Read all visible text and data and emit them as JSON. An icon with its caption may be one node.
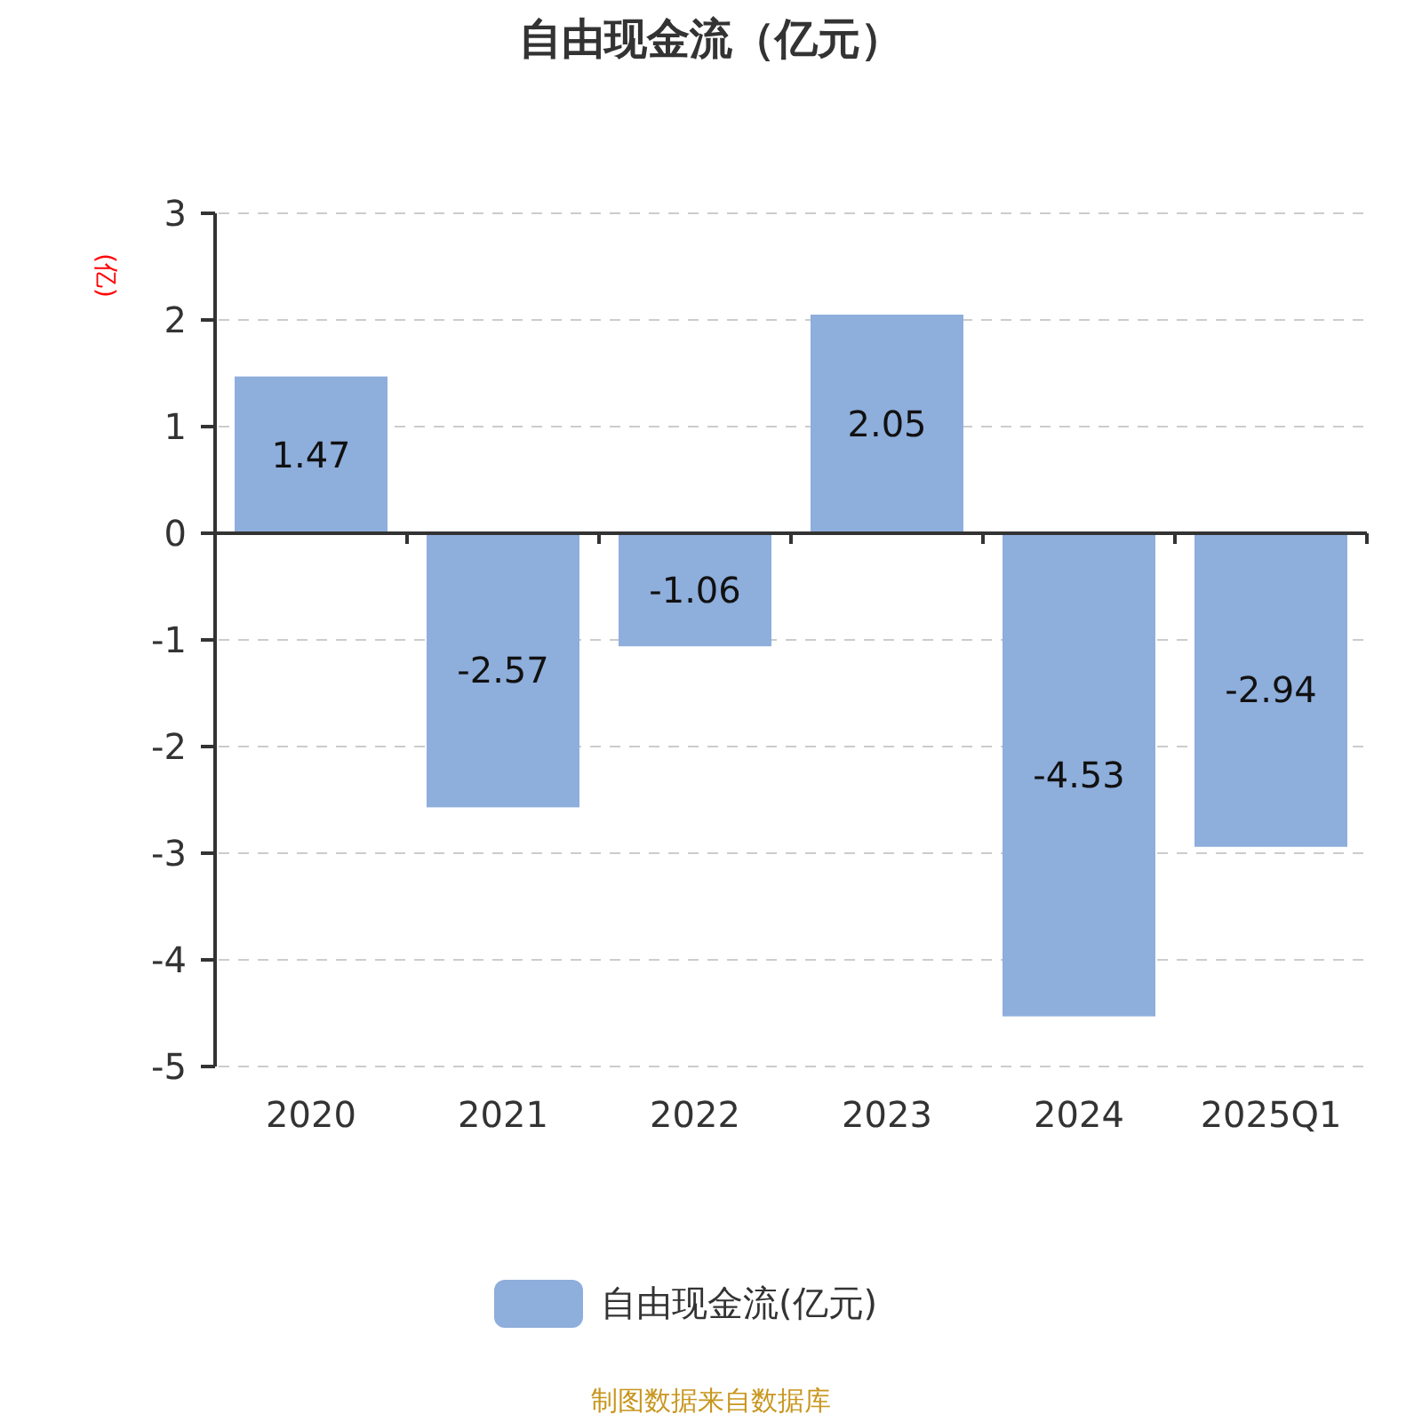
{
  "diagram": {
    "title": "自由现金流（亿元）",
    "labels": [
      "制图数据来自数据库"
    ],
    "legend": [
      {
        "text": "自由现金流(亿元)",
        "color": "#8eaedb"
      }
    ],
    "chart_data": {
      "type": "bar",
      "ylabel": "(亿)",
      "categories": [
        "2020",
        "2021",
        "2022",
        "2023",
        "2024",
        "2025Q1"
      ],
      "series": [
        {
          "color": "#8eaedb",
          "values": [
            1.47,
            -2.57,
            -1.06,
            2.05,
            -4.53,
            -2.94
          ]
        }
      ],
      "ylim": [
        -5,
        3
      ],
      "yticks": [
        -5,
        -4,
        -3,
        -2,
        -1,
        0,
        1,
        2,
        3
      ],
      "data_labels": true,
      "grid": true
    }
  }
}
